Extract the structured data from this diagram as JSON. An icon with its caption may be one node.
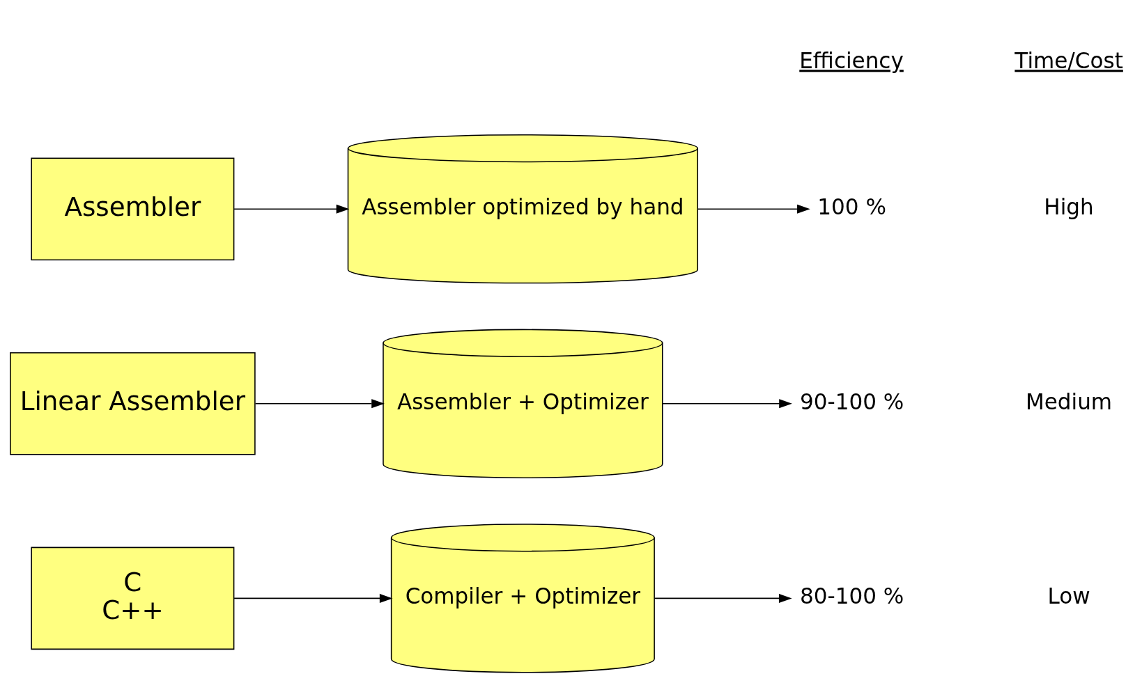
{
  "diagram": {
    "nodes": [
      {
        "text": [
          "C",
          "C++"
        ]
      },
      {
        "text": [
          "Compiler + Optimizer"
        ]
      },
      {
        "text": [
          "80-100 %"
        ]
      },
      {
        "text": [
          "Linear Assembler"
        ]
      },
      {
        "text": [
          "Assembler + Optimizer"
        ]
      },
      {
        "text": [
          "90-100 %"
        ]
      },
      {
        "text": [
          "Assembler"
        ]
      },
      {
        "text": [
          "Assembler optimized by hand"
        ]
      },
      {
        "text": [
          "100 %"
        ]
      }
    ],
    "edges": [
      {
        "from": 0,
        "to": 1,
        "arrow": "to"
      },
      {
        "from": 1,
        "to": 2,
        "arrow": "to"
      },
      {
        "from": 3,
        "to": 4,
        "arrow": "to"
      },
      {
        "from": 4,
        "to": 5,
        "arrow": "to"
      },
      {
        "from": 6,
        "to": 7,
        "arrow": "to"
      },
      {
        "from": 7,
        "to": 8,
        "arrow": "to"
      }
    ],
    "labels": [
      "Efficiency",
      "Time/Cost",
      "Low",
      "Medium",
      "High"
    ]
  }
}
